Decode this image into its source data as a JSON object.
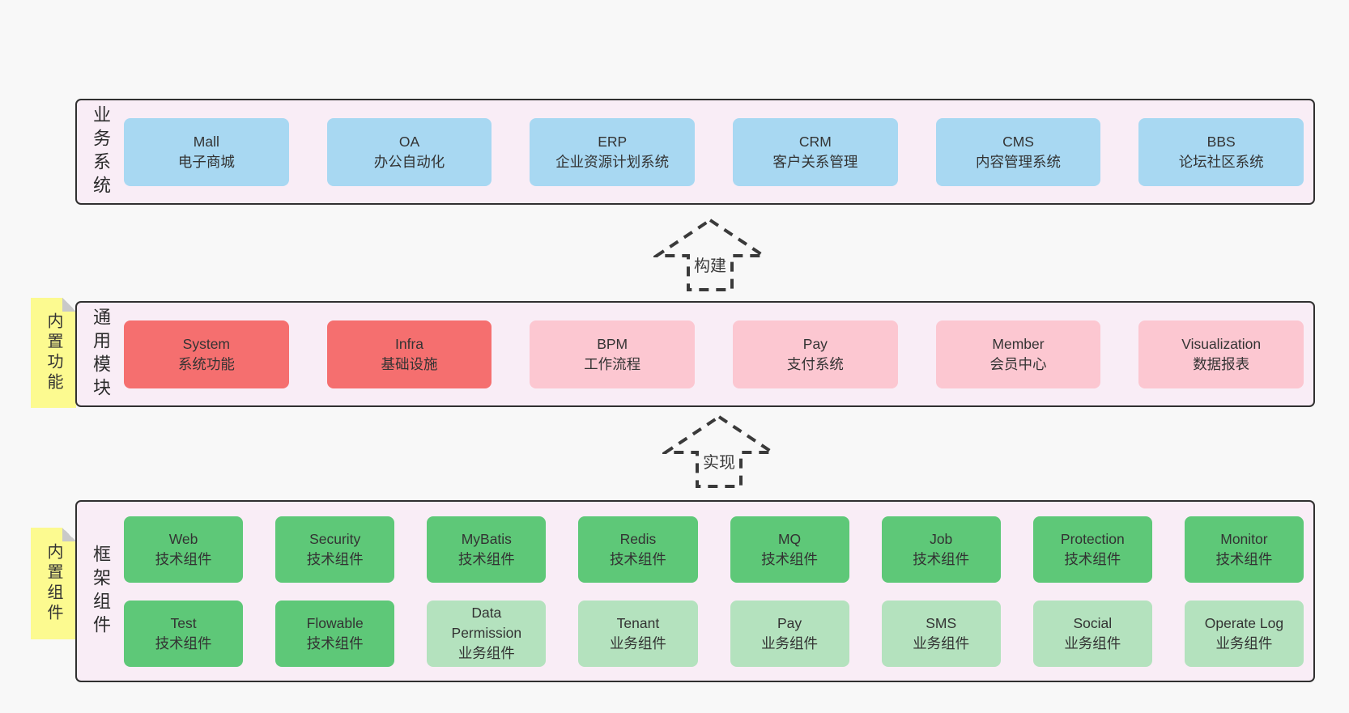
{
  "palette": {
    "page_bg": "#f8f8f8",
    "band_bg": "#f9edf6",
    "band_border": "#303030",
    "blue": "#a8d8f2",
    "red": "#f56f6f",
    "pink": "#fcc7d1",
    "green": "#5ec878",
    "green_light": "#b4e2be",
    "yellow": "#fcfa90",
    "fold_gray": "#c9c9c9",
    "text": "#333333"
  },
  "arrows": [
    {
      "label": "构建"
    },
    {
      "label": "实现"
    }
  ],
  "bands": [
    {
      "label": "业务系统",
      "items": [
        {
          "title": "Mall",
          "subtitle": "电子商城",
          "variant": "blue"
        },
        {
          "title": "OA",
          "subtitle": "办公自动化",
          "variant": "blue"
        },
        {
          "title": "ERP",
          "subtitle": "企业资源计划系统",
          "variant": "blue"
        },
        {
          "title": "CRM",
          "subtitle": "客户关系管理",
          "variant": "blue"
        },
        {
          "title": "CMS",
          "subtitle": "内容管理系统",
          "variant": "blue"
        },
        {
          "title": "BBS",
          "subtitle": "论坛社区系统",
          "variant": "blue"
        }
      ]
    },
    {
      "label": "通用模块",
      "sticky": "内置功能",
      "items": [
        {
          "title": "System",
          "subtitle": "系统功能",
          "variant": "red"
        },
        {
          "title": "Infra",
          "subtitle": "基础设施",
          "variant": "red"
        },
        {
          "title": "BPM",
          "subtitle": "工作流程",
          "variant": "pink"
        },
        {
          "title": "Pay",
          "subtitle": "支付系统",
          "variant": "pink"
        },
        {
          "title": "Member",
          "subtitle": "会员中心",
          "variant": "pink"
        },
        {
          "title": "Visualization",
          "subtitle": "数据报表",
          "variant": "pink"
        }
      ]
    },
    {
      "label": "框架组件",
      "sticky": "内置组件",
      "rows": [
        {
          "items": [
            {
              "title": "Web",
              "subtitle": "技术组件",
              "variant": "green"
            },
            {
              "title": "Security",
              "subtitle": "技术组件",
              "variant": "green"
            },
            {
              "title": "MyBatis",
              "subtitle": "技术组件",
              "variant": "green"
            },
            {
              "title": "Redis",
              "subtitle": "技术组件",
              "variant": "green"
            },
            {
              "title": "MQ",
              "subtitle": "技术组件",
              "variant": "green"
            },
            {
              "title": "Job",
              "subtitle": "技术组件",
              "variant": "green"
            },
            {
              "title": "Protection",
              "subtitle": "技术组件",
              "variant": "green"
            },
            {
              "title": "Monitor",
              "subtitle": "技术组件",
              "variant": "green"
            }
          ]
        },
        {
          "items": [
            {
              "title": "Test",
              "subtitle": "技术组件",
              "variant": "green"
            },
            {
              "title": "Flowable",
              "subtitle": "技术组件",
              "variant": "green"
            },
            {
              "title": "Data Permission",
              "subtitle": "业务组件",
              "variant": "green-light"
            },
            {
              "title": "Tenant",
              "subtitle": "业务组件",
              "variant": "green-light"
            },
            {
              "title": "Pay",
              "subtitle": "业务组件",
              "variant": "green-light"
            },
            {
              "title": "SMS",
              "subtitle": "业务组件",
              "variant": "green-light"
            },
            {
              "title": "Social",
              "subtitle": "业务组件",
              "variant": "green-light"
            },
            {
              "title": "Operate Log",
              "subtitle": "业务组件",
              "variant": "green-light"
            }
          ]
        }
      ]
    }
  ]
}
